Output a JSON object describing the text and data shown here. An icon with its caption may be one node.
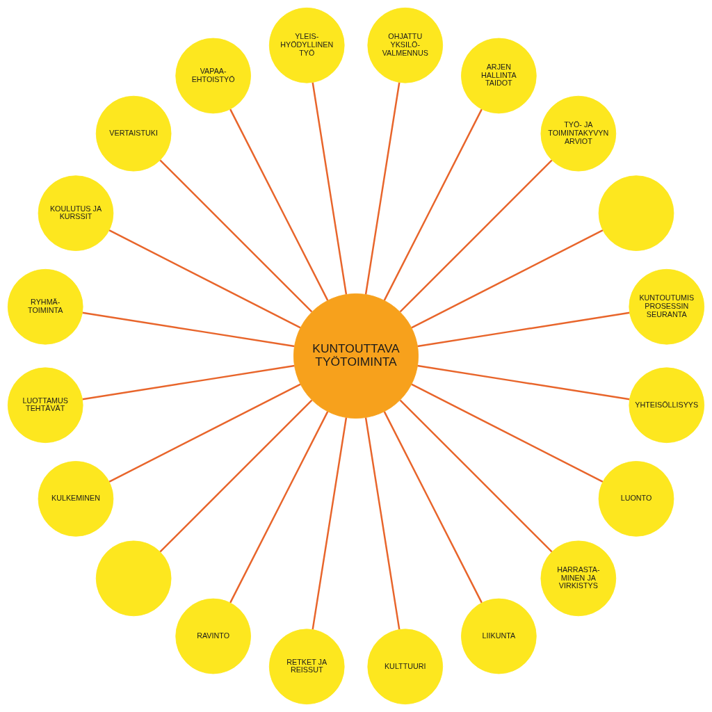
{
  "diagram": {
    "nodes": [
      {
        "text": [
          "KUNTOUTTAVA TYÖTOIMINTA"
        ]
      },
      {
        "text": [
          "KUNTOUTUMIS PROSESSIN SEURANTA"
        ]
      },
      {
        "text": [],
        "shape": "circle"
      },
      {
        "text": [
          "TYÖ- JA TOIMINTAKYVYN ARVIOT"
        ]
      },
      {
        "text": [
          "ARJEN HALLINTA TAIDOT"
        ]
      },
      {
        "text": [
          "OHJATTU YKSILÖ- VALMENNUS"
        ]
      },
      {
        "text": [
          "YLEIS- HYÖDYLLINEN TYÖ"
        ]
      },
      {
        "text": [
          "VAPAA- EHTOISTYÖ"
        ]
      },
      {
        "text": [
          "VERTAISTUKI"
        ]
      },
      {
        "text": [
          "KOULUTUS JA KURSSIT"
        ]
      },
      {
        "text": [
          "RYHMÄ- TOIMINTA"
        ]
      },
      {
        "text": [
          "LUOTTAMUS TEHTÄVÄT"
        ]
      },
      {
        "text": [
          "KULKEMINEN"
        ]
      },
      {
        "text": [],
        "shape": "circle"
      },
      {
        "text": [
          "RAVINTO"
        ]
      },
      {
        "text": [
          "RETKET JA REISSUT"
        ]
      },
      {
        "text": [
          "KULTTUURI"
        ]
      },
      {
        "text": [
          "LIIKUNTA"
        ]
      },
      {
        "text": [
          "HARRASTA- MINEN JA VIRKISTYS"
        ]
      },
      {
        "text": [
          "LUONTO"
        ]
      },
      {
        "text": [
          "YHTEISÖLLISYYS"
        ]
      }
    ],
    "edges": [
      {
        "from": 0,
        "to": 1,
        "arrow": "none"
      },
      {
        "from": 0,
        "to": 2,
        "arrow": "none"
      },
      {
        "from": 0,
        "to": 3,
        "arrow": "none"
      },
      {
        "from": 0,
        "to": 4,
        "arrow": "none"
      },
      {
        "from": 0,
        "to": 5,
        "arrow": "none"
      },
      {
        "from": 0,
        "to": 6,
        "arrow": "none"
      },
      {
        "from": 0,
        "to": 7,
        "arrow": "none"
      },
      {
        "from": 0,
        "to": 8,
        "arrow": "none"
      },
      {
        "from": 0,
        "to": 9,
        "arrow": "none"
      },
      {
        "from": 0,
        "to": 10,
        "arrow": "none"
      },
      {
        "from": 0,
        "to": 11,
        "arrow": "none"
      },
      {
        "from": 0,
        "to": 12,
        "arrow": "none"
      },
      {
        "from": 0,
        "to": 13,
        "arrow": "none"
      },
      {
        "from": 0,
        "to": 14,
        "arrow": "none"
      },
      {
        "from": 0,
        "to": 15,
        "arrow": "none"
      },
      {
        "from": 0,
        "to": 16,
        "arrow": "none"
      },
      {
        "from": 0,
        "to": 17,
        "arrow": "none"
      },
      {
        "from": 0,
        "to": 18,
        "arrow": "none"
      },
      {
        "from": 0,
        "to": 19,
        "arrow": "none"
      },
      {
        "from": 0,
        "to": 20,
        "arrow": "none"
      }
    ]
  }
}
